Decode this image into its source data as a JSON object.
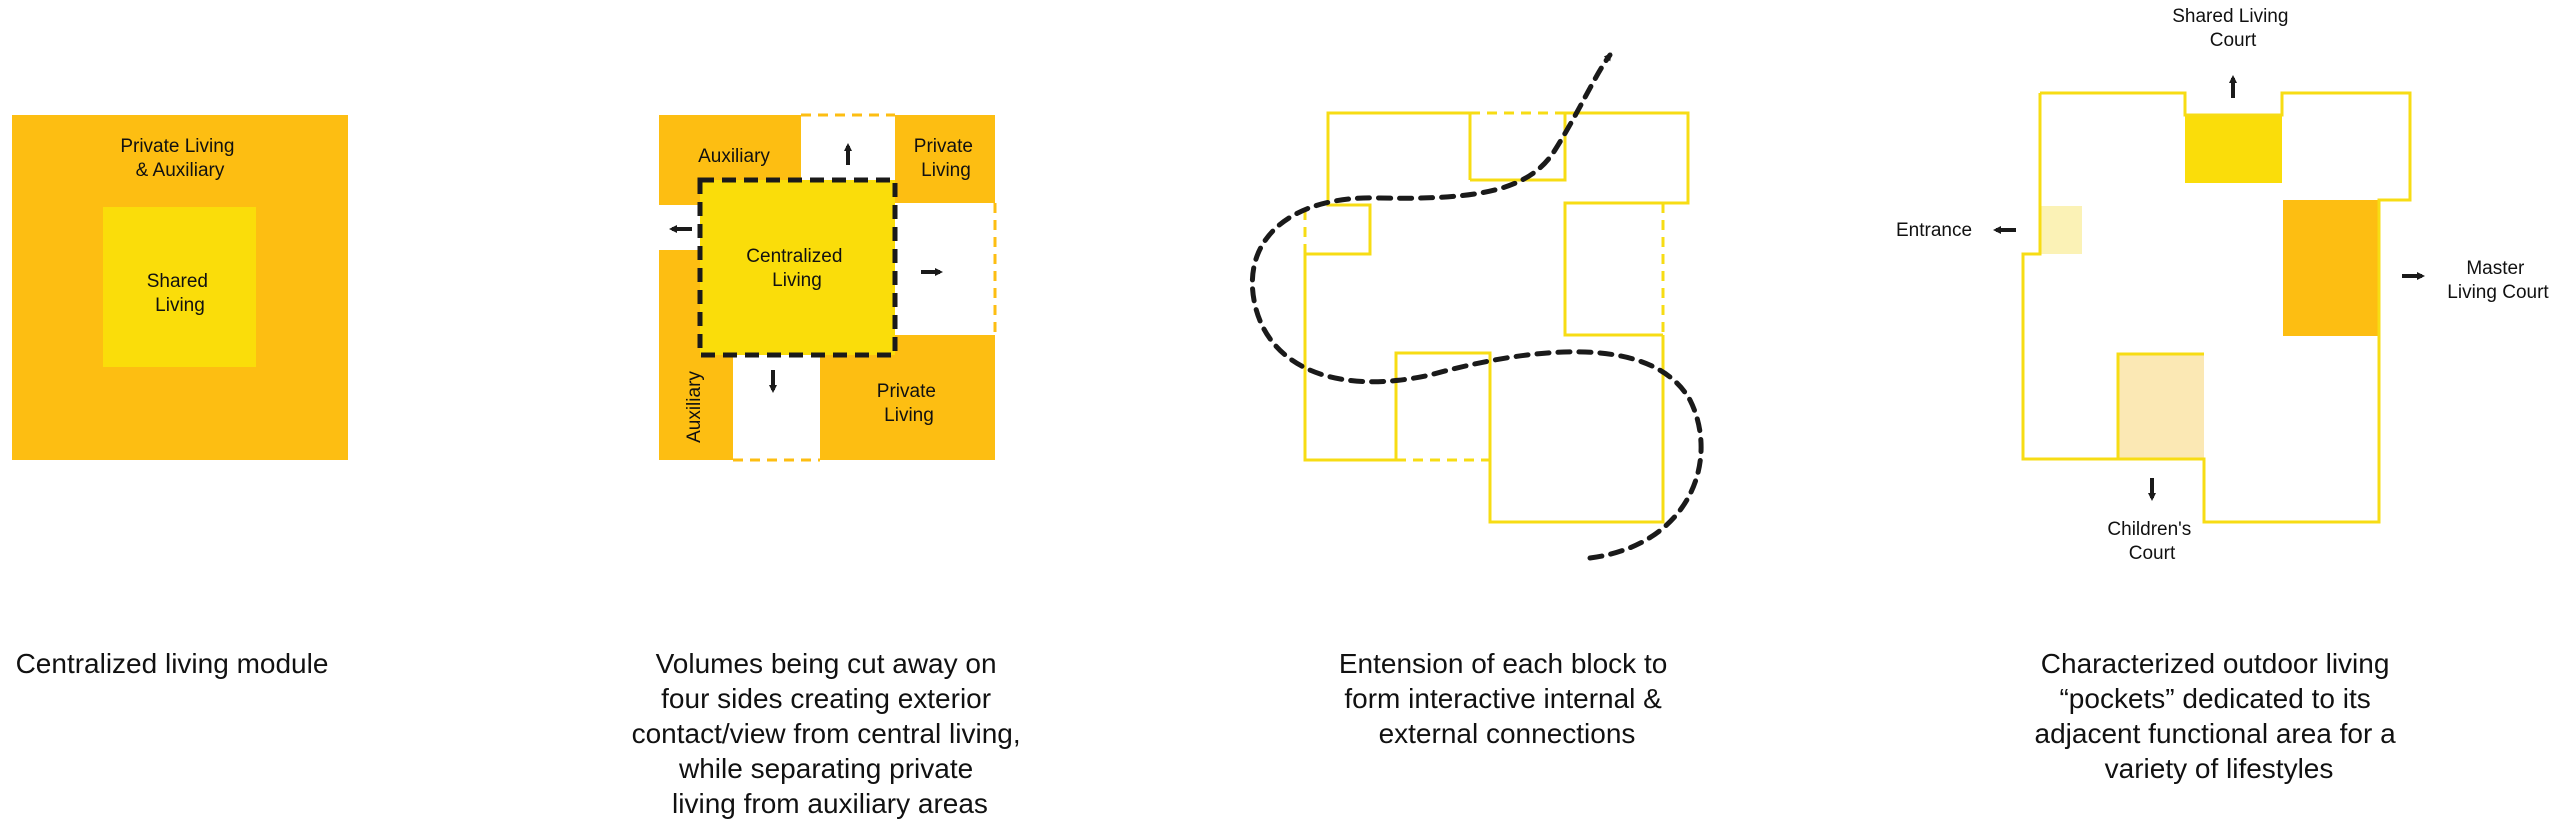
{
  "colors": {
    "orange": "#fdbe12",
    "yellow": "#fadd0a",
    "outline": "#f7dc14",
    "pale_yellow": "#fbf2b6",
    "pale_orange": "#fbe8b4",
    "dark": "#1a1a1a"
  },
  "panel1": {
    "outer_label": [
      "Private Living",
      "& Auxiliary"
    ],
    "inner_label": [
      "Shared",
      "Living"
    ],
    "caption": [
      "Centralized living module"
    ]
  },
  "panel2": {
    "top_left": "Auxiliary",
    "top_right": [
      "Private",
      "Living"
    ],
    "center": [
      "Centralized",
      "Living"
    ],
    "left_vertical": "Auxiliary",
    "bottom_right": [
      "Private",
      "Living"
    ],
    "caption": [
      "Volumes being cut away on",
      "four sides creating exterior",
      "contact/view from central living,",
      "while separating private",
      "living from auxiliary areas"
    ]
  },
  "panel3": {
    "caption": [
      "Entension of each block to",
      "form interactive internal &",
      "external connections"
    ]
  },
  "panel4": {
    "top": [
      "Shared Living",
      "Court"
    ],
    "left": "Entrance",
    "right": [
      "Master",
      "Living Court"
    ],
    "bottom": [
      "Children's",
      "Court"
    ],
    "caption": [
      "Characterized outdoor living",
      "“pockets” dedicated to its",
      "adjacent functional area for a",
      "variety of lifestyles"
    ]
  }
}
